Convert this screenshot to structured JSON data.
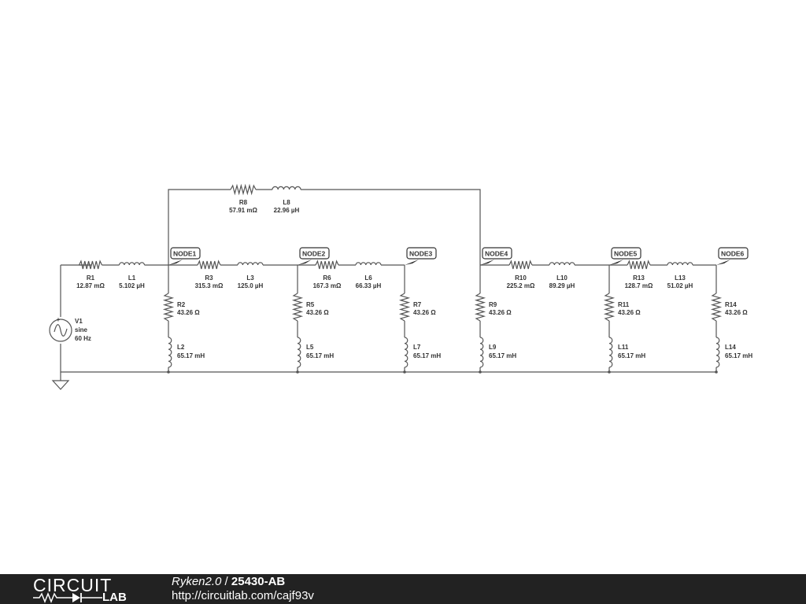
{
  "circuit": {
    "source": {
      "name": "V1",
      "type": "sine",
      "freq": "60 Hz"
    },
    "nodes": [
      "NODE1",
      "NODE2",
      "NODE3",
      "NODE4",
      "NODE5",
      "NODE6"
    ],
    "series": [
      {
        "r": {
          "name": "R1",
          "value": "12.87 mΩ"
        },
        "l": {
          "name": "L1",
          "value": "5.102 µH"
        }
      },
      {
        "r": {
          "name": "R3",
          "value": "315.3 mΩ"
        },
        "l": {
          "name": "L3",
          "value": "125.0 µH"
        }
      },
      {
        "r": {
          "name": "R6",
          "value": "167.3 mΩ"
        },
        "l": {
          "name": "L6",
          "value": "66.33 µH"
        }
      },
      {
        "r": {
          "name": "R10",
          "value": "225.2 mΩ"
        },
        "l": {
          "name": "L10",
          "value": "89.29 µH"
        }
      },
      {
        "r": {
          "name": "R13",
          "value": "128.7 mΩ"
        },
        "l": {
          "name": "L13",
          "value": "51.02 µH"
        }
      }
    ],
    "bypass": {
      "r": {
        "name": "R8",
        "value": "57.91 mΩ"
      },
      "l": {
        "name": "L8",
        "value": "22.96 µH"
      }
    },
    "loads": [
      {
        "r": {
          "name": "R2",
          "value": "43.26 Ω"
        },
        "l": {
          "name": "L2",
          "value": "65.17 mH"
        }
      },
      {
        "r": {
          "name": "R5",
          "value": "43.26 Ω"
        },
        "l": {
          "name": "L5",
          "value": "65.17 mH"
        }
      },
      {
        "r": {
          "name": "R7",
          "value": "43.26 Ω"
        },
        "l": {
          "name": "L7",
          "value": "65.17 mH"
        }
      },
      {
        "r": {
          "name": "R9",
          "value": "43.26 Ω"
        },
        "l": {
          "name": "L9",
          "value": "65.17 mH"
        }
      },
      {
        "r": {
          "name": "R11",
          "value": "43.26 Ω"
        },
        "l": {
          "name": "L11",
          "value": "65.17 mH"
        }
      },
      {
        "r": {
          "name": "R14",
          "value": "43.26 Ω"
        },
        "l": {
          "name": "L14",
          "value": "65.17 mH"
        }
      }
    ]
  },
  "footer": {
    "logo_top": "CIRCUIT",
    "logo_bottom": "LAB",
    "user": "Ryken2.0",
    "separator": " / ",
    "project": "25430-AB",
    "url": "http://circuitlab.com/cajf93v"
  },
  "colors": {
    "wire": "#555555",
    "footer_bg": "#222222",
    "footer_text": "#ffffff"
  }
}
